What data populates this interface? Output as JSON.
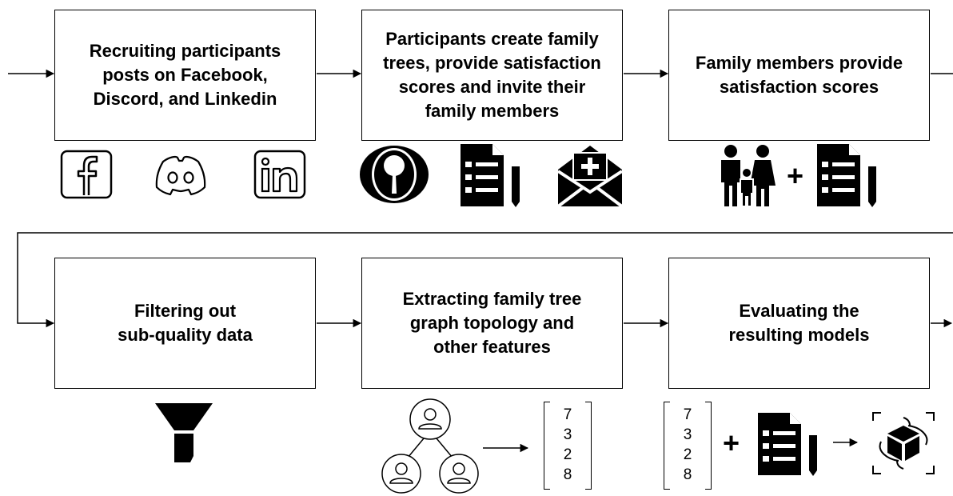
{
  "steps": {
    "recruit": "Recruiting participants\nposts on Facebook,\nDiscord, and Linkedin",
    "trees": "Participants create family\ntrees, provide satisfaction\nscores and invite their\nfamily members",
    "family": "Family members provide\nsatisfaction scores",
    "filter": "Filtering out\nsub-quality data",
    "extract": "Extracting family tree\ngraph topology and\nother features",
    "evaluate": "Evaluating the\nresulting models"
  },
  "feature_vector": [
    "7",
    "3",
    "2",
    "8"
  ],
  "plus_symbol": "+"
}
